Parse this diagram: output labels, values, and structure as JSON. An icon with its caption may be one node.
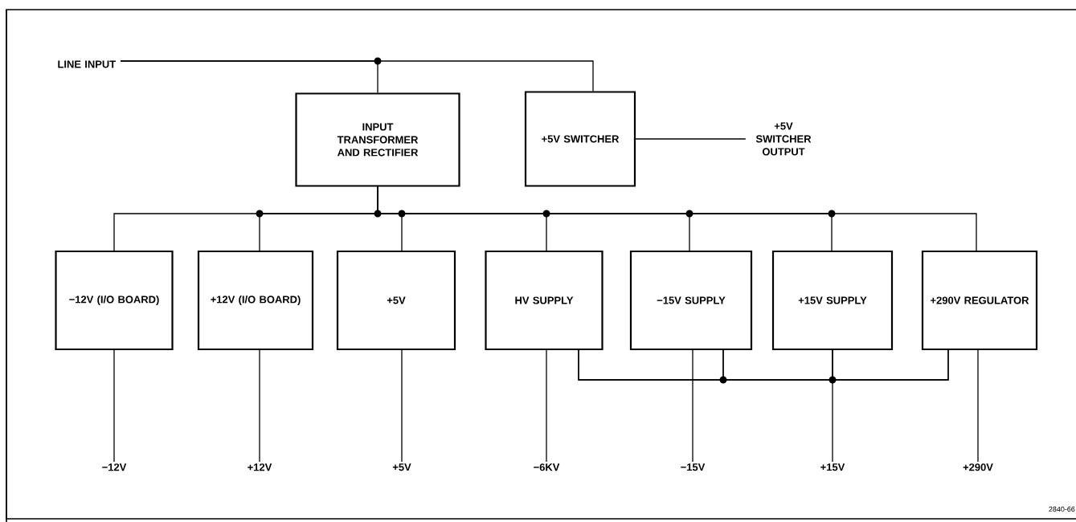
{
  "diagram": {
    "nodes": [
      {
        "text": [
          "LINE INPUT"
        ]
      },
      {
        "text": [
          "INPUT TRANSFORMER AND RECTIFIER"
        ]
      },
      {
        "text": [
          "+5V SWITCHER"
        ]
      },
      {
        "text": [
          "+5V SWITCHER OUTPUT"
        ]
      },
      {
        "text": [
          "−12V (I/O BOARD)"
        ]
      },
      {
        "text": [
          "+12V (I/O BOARD)"
        ]
      },
      {
        "text": [
          "+5V"
        ]
      },
      {
        "text": [
          "HV SUPPLY"
        ]
      },
      {
        "text": [
          "−15V SUPPLY"
        ]
      },
      {
        "text": [
          "+15V SUPPLY"
        ]
      },
      {
        "text": [
          "+290V REGULATOR"
        ]
      },
      {
        "text": [
          "−12V"
        ]
      },
      {
        "text": [
          "+12V"
        ]
      },
      {
        "text": [
          "+5V"
        ]
      },
      {
        "text": [
          "−6KV"
        ]
      },
      {
        "text": [
          "−15V"
        ]
      },
      {
        "text": [
          "+15V"
        ]
      },
      {
        "text": [
          "+290V"
        ]
      }
    ],
    "edges": [
      {
        "from": 0,
        "to": 1,
        "arrow": "none"
      },
      {
        "from": 0,
        "to": 2,
        "arrow": "none"
      },
      {
        "from": 2,
        "to": 3,
        "arrow": "none"
      },
      {
        "from": 1,
        "to": 4,
        "arrow": "none"
      },
      {
        "from": 1,
        "to": 5,
        "arrow": "none"
      },
      {
        "from": 1,
        "to": 6,
        "arrow": "none"
      },
      {
        "from": 1,
        "to": 7,
        "arrow": "none"
      },
      {
        "from": 1,
        "to": 8,
        "arrow": "none"
      },
      {
        "from": 1,
        "to": 9,
        "arrow": "none"
      },
      {
        "from": 1,
        "to": 10,
        "arrow": "none"
      },
      {
        "from": 4,
        "to": 11,
        "arrow": "none"
      },
      {
        "from": 5,
        "to": 12,
        "arrow": "none"
      },
      {
        "from": 6,
        "to": 13,
        "arrow": "none"
      },
      {
        "from": 7,
        "to": 14,
        "arrow": "none"
      },
      {
        "from": 8,
        "to": 15,
        "arrow": "none"
      },
      {
        "from": 9,
        "to": 16,
        "arrow": "none"
      },
      {
        "from": 10,
        "to": 17,
        "arrow": "none"
      },
      {
        "from": 8,
        "to": 7,
        "arrow": "none"
      },
      {
        "from": 8,
        "to": 10,
        "arrow": "none"
      },
      {
        "from": 9,
        "to": 7,
        "arrow": "none"
      },
      {
        "from": 9,
        "to": 10,
        "arrow": "none"
      }
    ],
    "labels": [
      "2840-66"
    ]
  }
}
